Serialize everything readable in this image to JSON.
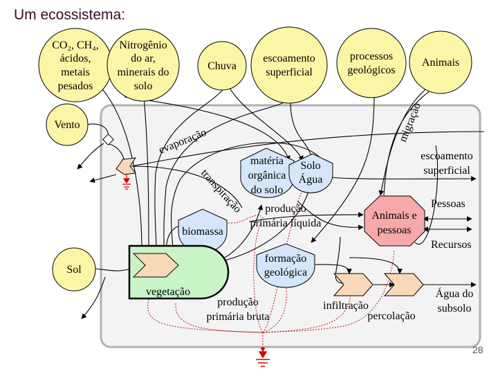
{
  "slide": {
    "title": "Um ecossistema:",
    "page_number": "28"
  },
  "colors": {
    "source_circle": "#fbf5a6",
    "storage_blue": "#d4e6f8",
    "producer_green": "#c8f4c8",
    "interaction_peach": "#f9d8b8",
    "consumer_pink": "#f7a8a8",
    "heat_sink_red": "#d80000",
    "boundary_gray": "#f3f3f3"
  },
  "sources": {
    "co2": [
      "CO₂, CH₄,",
      "ácidos,",
      "metais",
      "pesados"
    ],
    "nitrogen": [
      "Nitrogênio",
      "do ar,",
      "minerais do",
      "solo"
    ],
    "rain": "Chuva",
    "runoff_in": [
      "escoamento",
      "superficial"
    ],
    "geo_processes": [
      "processos",
      "geológicos"
    ],
    "animals": "Animais",
    "wind": "Vento",
    "sun": "Sol"
  },
  "storages": {
    "organic_matter": [
      "matéria",
      "orgânica",
      "do solo"
    ],
    "soil_water": [
      "Solo",
      "Água"
    ],
    "biomass": "biomassa",
    "geo_formation": [
      "formação",
      "geológica"
    ]
  },
  "producers": {
    "vegetation": "vegetação"
  },
  "consumers": {
    "animals_people": [
      "Animais e",
      "pessoas"
    ]
  },
  "flow_labels": {
    "evaporation": "evaporação",
    "transpiration": "transpiração",
    "migration": "migração",
    "runoff_out": [
      "escoamento",
      "superficial"
    ],
    "people": "Pessoas",
    "resources": "Recursos",
    "net_production": [
      "produção",
      "primária líquida"
    ],
    "gross_production": [
      "produção",
      "primária bruta"
    ],
    "infiltration": "infiltração",
    "percolation": "percolação",
    "groundwater": [
      "Água do",
      "subsolo"
    ]
  }
}
